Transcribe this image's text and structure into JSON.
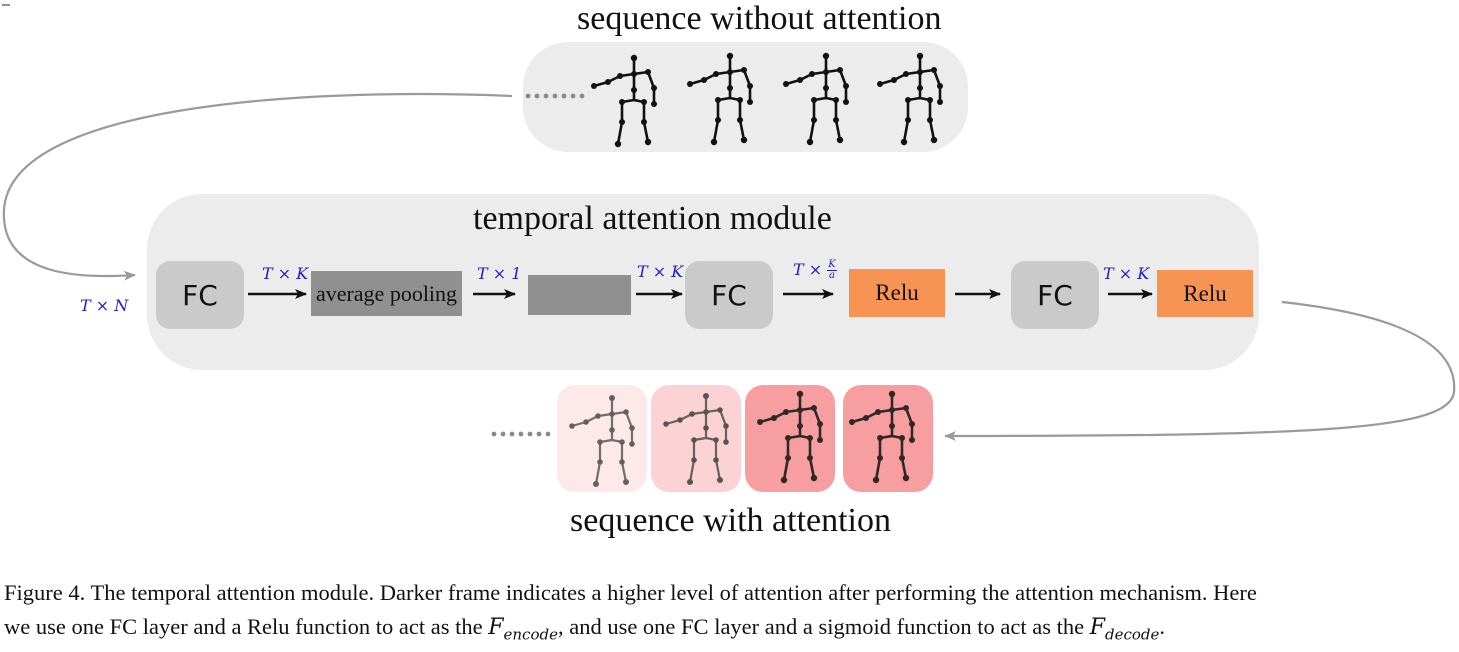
{
  "titles": {
    "top": "sequence without attention",
    "module": "temporal attention module",
    "bottom": "sequence with attention"
  },
  "pipeline": {
    "fc1": "FC",
    "pool": "average pooling",
    "blank": "",
    "fc2": "FC",
    "relu1": "Relu",
    "fc3": "FC",
    "relu2": "Relu"
  },
  "dims": {
    "input": "T × N",
    "a1": "T × K",
    "a2": "T × 1",
    "a3": "T × K",
    "a4_prefix": "T ×",
    "a4_num": "K",
    "a4_den": "a",
    "a6": "T × K"
  },
  "caption": {
    "line1": "Figure 4. The temporal attention module. Darker frame indicates a higher level of attention after performing the attention mechanism. Here",
    "line2_a": "we use one FC layer and a Relu function to act as the ",
    "line2_f1": "F",
    "line2_s1": "encode",
    "line2_b": ", and use one FC layer and a sigmoid function to act as the ",
    "line2_f2": "F",
    "line2_s2": "decode",
    "line2_c": "."
  },
  "colors": {
    "panel": "#ececec",
    "fc_box": "#cacaca",
    "pool_box": "#909090",
    "relu_box": "#f79454",
    "dim_label": "#1d1dc8",
    "attention_levels": [
      "#fde9e9",
      "#fbd3d4",
      "#f79fa0",
      "#f79fa0"
    ]
  },
  "attention_levels": [
    0.15,
    0.3,
    0.75,
    0.75
  ]
}
